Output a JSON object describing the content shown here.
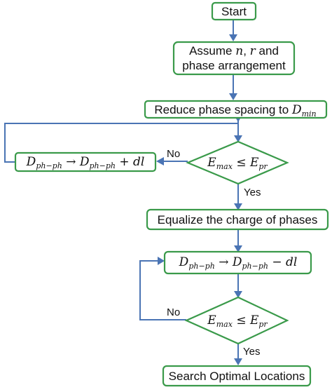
{
  "nodes": {
    "start": "Start",
    "assume_line1_prefix": "Assume",
    "assume_n": "n",
    "assume_comma": ",",
    "assume_r": "r",
    "assume_and": "and",
    "assume_line2": "phase arrangement",
    "reduce_prefix": "Reduce phase spacing to",
    "reduce_var": "D",
    "reduce_sub": "min",
    "equalize": "Equalize the charge of phases",
    "search": "Search Optimal Locations"
  },
  "decision": {
    "lhs": "E",
    "lhs_sub": "max",
    "op": "≤",
    "rhs": "E",
    "rhs_sub": "pr"
  },
  "update": {
    "var": "D",
    "var_sub": "ph−ph",
    "arrow": "→",
    "plus_step": "+ dl",
    "minus_step": "− dl"
  },
  "edge_labels": {
    "no": "No",
    "yes": "Yes"
  },
  "colors": {
    "node_stroke": "#3a9a4a",
    "connector": "#4a74b4"
  }
}
